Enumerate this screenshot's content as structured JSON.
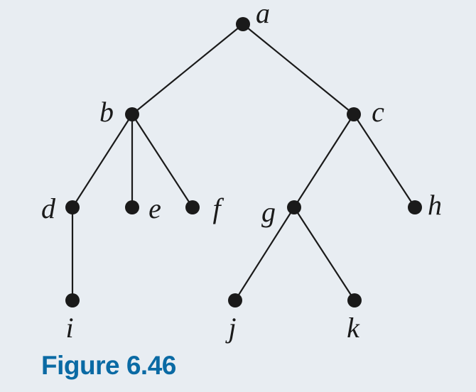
{
  "caption": "Figure 6.46",
  "nodes": [
    {
      "id": "a",
      "label": "a"
    },
    {
      "id": "b",
      "label": "b"
    },
    {
      "id": "c",
      "label": "c"
    },
    {
      "id": "d",
      "label": "d"
    },
    {
      "id": "e",
      "label": "e"
    },
    {
      "id": "f",
      "label": "f"
    },
    {
      "id": "g",
      "label": "g"
    },
    {
      "id": "h",
      "label": "h"
    },
    {
      "id": "i",
      "label": "i"
    },
    {
      "id": "j",
      "label": "j"
    },
    {
      "id": "k",
      "label": "k"
    }
  ],
  "edges": [
    [
      "a",
      "b"
    ],
    [
      "a",
      "c"
    ],
    [
      "b",
      "d"
    ],
    [
      "b",
      "e"
    ],
    [
      "b",
      "f"
    ],
    [
      "c",
      "g"
    ],
    [
      "c",
      "h"
    ],
    [
      "d",
      "i"
    ],
    [
      "g",
      "j"
    ],
    [
      "g",
      "k"
    ]
  ],
  "colors": {
    "node": "#1a1a1a",
    "edge": "#1a1a1a",
    "caption": "#0a6aa4",
    "background": "#e8edf2"
  }
}
